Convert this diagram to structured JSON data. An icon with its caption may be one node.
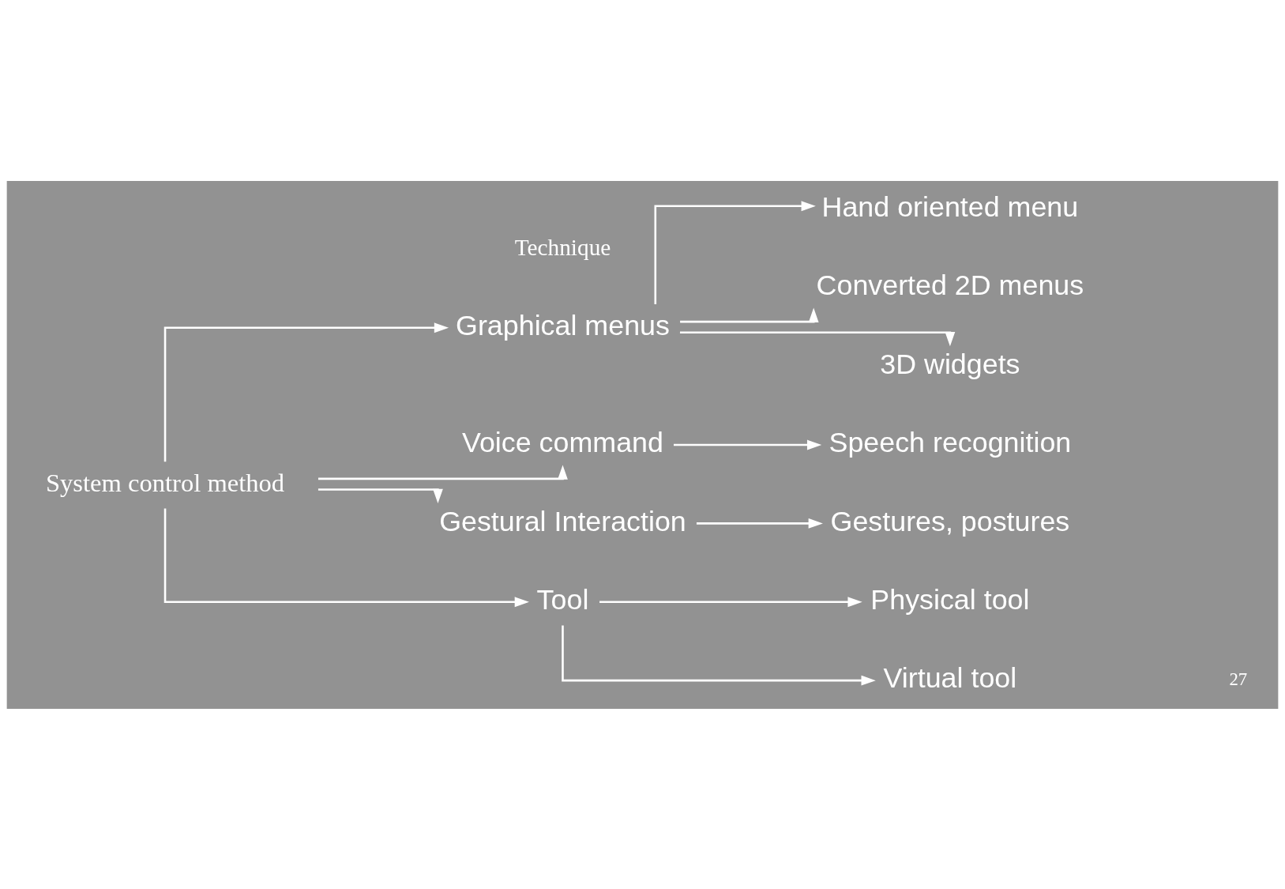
{
  "diagram": {
    "nodes": [
      {
        "text": [
          "System control method"
        ]
      },
      {
        "text": [
          "Graphical menus"
        ]
      },
      {
        "text": [
          "Hand oriented menu"
        ]
      },
      {
        "text": [
          "Converted 2D menus"
        ]
      },
      {
        "text": [
          "3D widgets"
        ]
      },
      {
        "text": [
          "Voice command"
        ]
      },
      {
        "text": [
          "Speech recognition"
        ]
      },
      {
        "text": [
          "Gestural Interaction"
        ]
      },
      {
        "text": [
          "Gestures, postures"
        ]
      },
      {
        "text": [
          "Tool"
        ]
      },
      {
        "text": [
          "Physical tool"
        ]
      },
      {
        "text": [
          "Virtual tool"
        ]
      }
    ],
    "edges": [
      {
        "from": 0,
        "to": 1,
        "arrow": "to"
      },
      {
        "from": 1,
        "to": 2,
        "arrow": "to"
      },
      {
        "from": 1,
        "to": 3,
        "arrow": "to"
      },
      {
        "from": 1,
        "to": 4,
        "arrow": "to"
      },
      {
        "from": 0,
        "to": 5,
        "arrow": "to"
      },
      {
        "from": 5,
        "to": 6,
        "arrow": "to"
      },
      {
        "from": 0,
        "to": 7,
        "arrow": "to"
      },
      {
        "from": 7,
        "to": 8,
        "arrow": "to"
      },
      {
        "from": 0,
        "to": 9,
        "arrow": "to"
      },
      {
        "from": 9,
        "to": 10,
        "arrow": "to"
      },
      {
        "from": 9,
        "to": 11,
        "arrow": "to"
      }
    ],
    "labels": [
      "Technique",
      "27"
    ]
  }
}
